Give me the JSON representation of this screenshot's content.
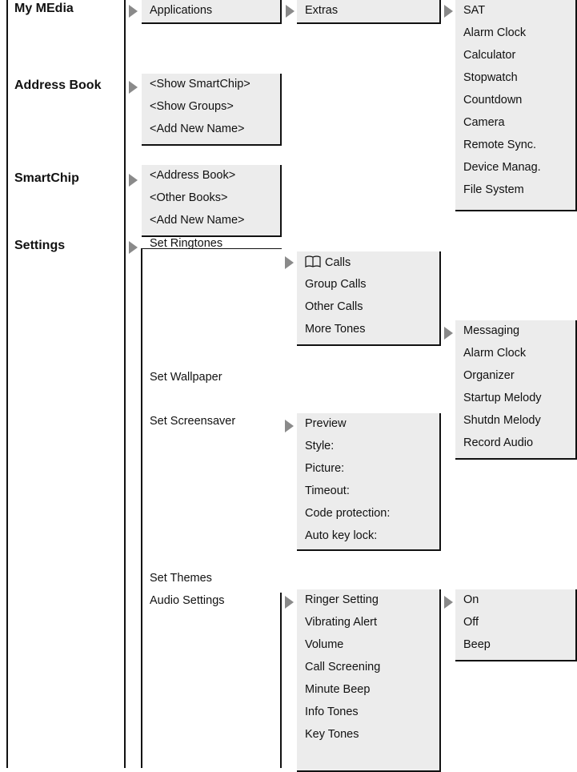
{
  "categories": {
    "my_media": "My MEdia",
    "address_book": "Address Book",
    "smartchip": "SmartChip",
    "settings": "Settings"
  },
  "my_media": {
    "applications": "Applications",
    "extras": "Extras",
    "extras_items": [
      "SAT",
      "Alarm Clock",
      "Calculator",
      "Stopwatch",
      "Countdown",
      "Camera",
      "Remote Sync.",
      "Device Manag.",
      "File System"
    ]
  },
  "address_book": {
    "items": [
      "<Show SmartChip>",
      "<Show Groups>",
      "<Add New Name>"
    ]
  },
  "smartchip": {
    "items": [
      "<Address Book>",
      "<Other Books>",
      "<Add New Name>"
    ]
  },
  "settings": {
    "set_ringtones": "Set Ringtones",
    "set_wallpaper": "Set Wallpaper",
    "set_screensaver": "Set Screensaver",
    "set_themes": "Set Themes",
    "audio_settings": "Audio Settings",
    "ringtones_items": [
      "Calls",
      "Group Calls",
      "Other Calls",
      "More Tones"
    ],
    "ringtones_first_icon": "book-icon",
    "more_tones_items": [
      "Messaging",
      "Alarm Clock",
      "Organizer",
      "Startup Melody",
      "Shutdn Melody",
      "Record Audio"
    ],
    "screensaver_items": [
      "Preview",
      "Style:",
      "Picture:",
      "Timeout:",
      "Code protection:",
      "Auto key lock:"
    ],
    "audio_items": [
      "Ringer Setting",
      "Vibrating Alert",
      "Volume",
      "Call Screening",
      "Minute Beep",
      "Info Tones",
      "Key Tones"
    ],
    "ringer_items": [
      "On",
      "Off",
      "Beep"
    ]
  }
}
